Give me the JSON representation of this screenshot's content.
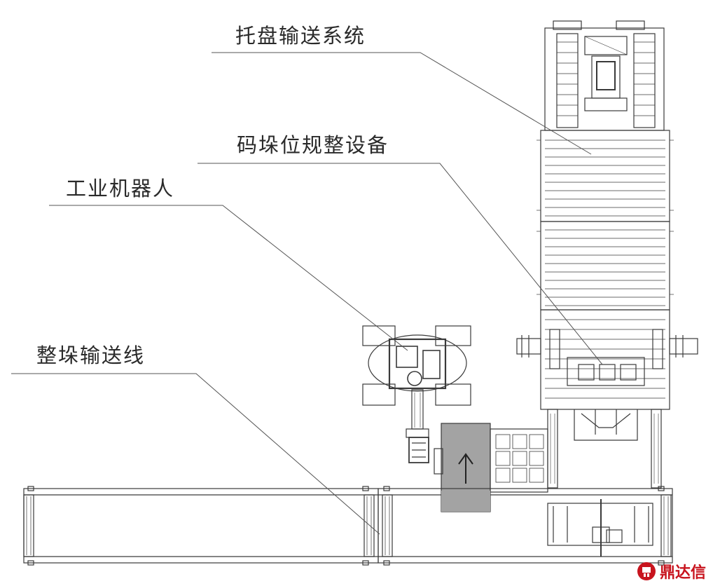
{
  "labels": {
    "pallet_conveyor": "托盘输送系统",
    "stacking_adjuster": "码垛位规整设备",
    "industrial_robot": "工业机器人",
    "stack_conveyor_line": "整垛输送线"
  },
  "watermark": {
    "text": "鼎达信",
    "color": "#c8141e"
  },
  "colors": {
    "line": "#3a3a3a",
    "leader": "#555555",
    "gray_fill": "#9a9a9a"
  }
}
